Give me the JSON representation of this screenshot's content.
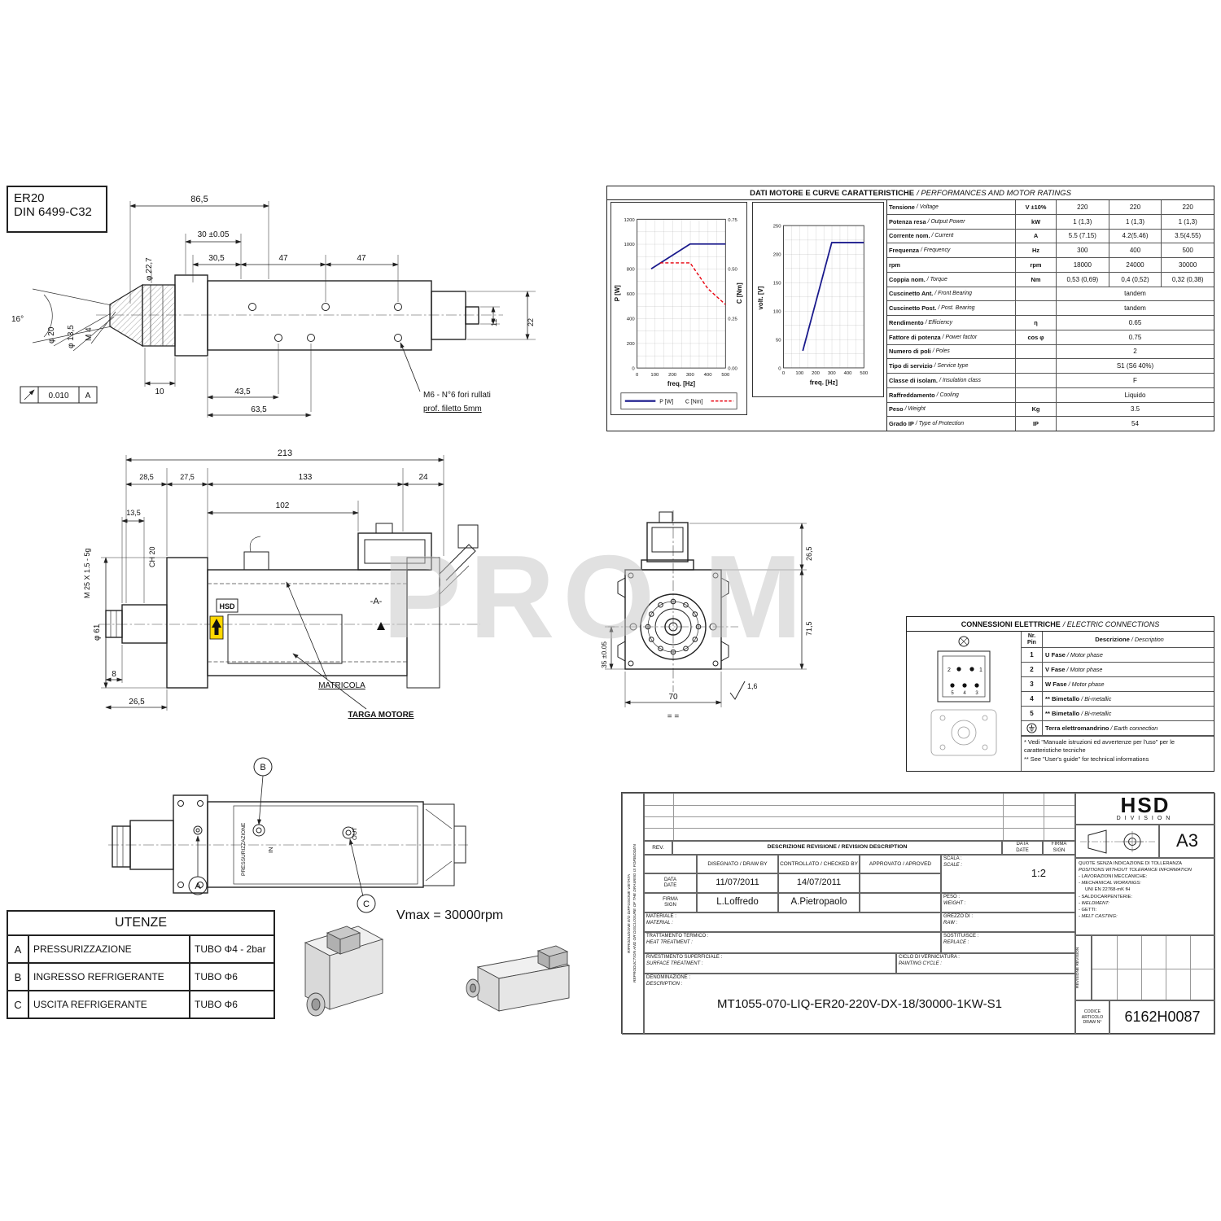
{
  "watermark": "PRO M",
  "tool_box": {
    "line1": "ER20",
    "line2": "DIN 6499-C32"
  },
  "view_side": {
    "dim_total": "86,5",
    "dim_30": "30 ±0.05",
    "dim_305": "30,5",
    "dim_47a": "47",
    "dim_47b": "47",
    "dia_20": "φ 20",
    "dia_135": "φ 13,5",
    "m4": "M 4",
    "dia_227": "φ 22,7",
    "angle": "16°",
    "dim_11": "11",
    "dim_22": "22",
    "dim_10": "10",
    "dim_435": "43,5",
    "dim_635": "63,5",
    "note_line1": "M6 - N°6 fori rullati",
    "note_line2": "prof. filetto 5mm",
    "flatness_value": "0.010",
    "flatness_datum": "A"
  },
  "view_top": {
    "dim_213": "213",
    "dim_285": "28,5",
    "dim_275": "27,5",
    "dim_133": "133",
    "dim_24": "24",
    "dim_102": "102",
    "dim_135": "13,5",
    "thread": "M 25 X 1.5 - 5g",
    "ch20": "CH 20",
    "dia_61": "φ 61",
    "dim_8": "8",
    "dim_265": "26,5",
    "hsd_small": "HSD",
    "datum": "-A-",
    "label_matricola": "MATRICOLA",
    "label_targa": "TARGA MOTORE"
  },
  "view_front": {
    "dim_265": "26,5",
    "dim_715": "71,5",
    "dim_35": "35 ±0.05",
    "dim_70": "70",
    "sym_eq": "= =",
    "roughness": "1,6"
  },
  "view_bottom": {
    "label_press": "PRESSURIZZAZIONE",
    "label_in": "IN",
    "label_out": "OUT",
    "balloon_a": "A",
    "balloon_b": "B",
    "balloon_c": "C"
  },
  "vmax": "Vmax = 30000rpm",
  "ratings": {
    "title_it": "DATI MOTORE E CURVE CARATTERISTICHE",
    "title_en": " / PERFORMANCES AND MOTOR RATINGS",
    "rows": [
      {
        "it": "Tensione",
        "en": " / Voltage",
        "unit": "V ±10%",
        "v1": "220",
        "v2": "220",
        "v3": "220"
      },
      {
        "it": "Potenza resa",
        "en": " / Output Power",
        "unit": "kW",
        "v1": "1 (1,3)",
        "v2": "1 (1,3)",
        "v3": "1 (1,3)"
      },
      {
        "it": "Corrente nom.",
        "en": " / Current",
        "unit": "A",
        "v1": "5.5 (7.15)",
        "v2": "4.2(5.46)",
        "v3": "3.5(4.55)"
      },
      {
        "it": "Frequenza",
        "en": " / Frequency",
        "unit": "Hz",
        "v1": "300",
        "v2": "400",
        "v3": "500"
      },
      {
        "it": "rpm",
        "en": "",
        "unit": "rpm",
        "v1": "18000",
        "v2": "24000",
        "v3": "30000"
      },
      {
        "it": "Coppia nom.",
        "en": " / Torque",
        "unit": "Nm",
        "v1": "0,53 (0,69)",
        "v2": "0,4 (0,52)",
        "v3": "0,32 (0,38)"
      },
      {
        "it": "Cuscinetto Ant.",
        "en": " / Front Bearing",
        "unit": "",
        "span": "tandem"
      },
      {
        "it": "Cuscinetto Post.",
        "en": " / Post. Bearing",
        "unit": "",
        "span": "tandem"
      },
      {
        "it": "Rendimento",
        "en": " / Efficiency",
        "unit": "η",
        "span": "0.65"
      },
      {
        "it": "Fattore di potenza",
        "en": " / Power factor",
        "unit": "cos φ",
        "span": "0.75"
      },
      {
        "it": "Numero di poli",
        "en": " / Poles",
        "unit": "",
        "span": "2"
      },
      {
        "it": "Tipo di servizio",
        "en": " / Service type",
        "unit": "",
        "span": "S1 (S6 40%)"
      },
      {
        "it": "Classe di isolam.",
        "en": " / Insulation class",
        "unit": "",
        "span": "F"
      },
      {
        "it": "Raffreddamento",
        "en": " / Cooling",
        "unit": "",
        "span": "Liquido"
      },
      {
        "it": "Peso",
        "en": " / Weight",
        "unit": "Kg",
        "span": "3.5"
      },
      {
        "it": "Grado IP",
        "en": " / Type of Protection",
        "unit": "IP",
        "span": "54"
      }
    ]
  },
  "connections": {
    "title_it": "CONNESSIONI ELETTRICHE",
    "title_en": " / ELECTRIC CONNECTIONS",
    "col_pin_l1": "Nr.",
    "col_pin_l2": "Pin",
    "col_desc_it": "Descrizione",
    "col_desc_en": " / Description",
    "rows": [
      {
        "pin": "1",
        "it": "U Fase",
        "en": " / Motor phase"
      },
      {
        "pin": "2",
        "it": "V Fase",
        "en": " / Motor phase"
      },
      {
        "pin": "3",
        "it": "W Fase",
        "en": " / Motor phase"
      },
      {
        "pin": "4",
        "it": "** Bimetallo",
        "en": " / Bi-metallic"
      },
      {
        "pin": "5",
        "it": "** Bimetallo",
        "en": " / Bi-metallic"
      },
      {
        "pin": "⏚",
        "it": "Terra elettromandrino",
        "en": " / Earth connection"
      }
    ],
    "pins": {
      "p1": "1",
      "p2": "2",
      "p3": "3",
      "p4": "4",
      "p5": "5"
    },
    "footnote1": "*  Vedi \"Manuale istruzioni ed avvertenze per l'uso\" per le caratteristiche tecniche",
    "footnote2": "** See  \"User's guide\" for technical informations"
  },
  "utenze": {
    "title": "UTENZE",
    "rows": [
      {
        "key": "A",
        "name": "PRESSURIZZAZIONE",
        "value": "TUBO Φ4 - 2bar"
      },
      {
        "key": "B",
        "name": "INGRESSO REFRIGERANTE",
        "value": "TUBO Φ6"
      },
      {
        "key": "C",
        "name": "USCITA REFRIGERANTE",
        "value": "TUBO Φ6"
      }
    ]
  },
  "titleblock": {
    "side_note_it": "RIPRODUZIONE E/O DIFFUSIONE VIETATA",
    "side_note_en": "REPRODUCTION AND OR DISCLOSURE OF THE DRAWING IS FORBIDDEN",
    "rev": "REV.",
    "rev_desc": "DESCRIZIONE REVISIONE / REVISION DESCRIPTION",
    "data_l1": "DATA",
    "data_l2": "DATE",
    "firma_l1": "FIRMA",
    "firma_l2": "SIGN",
    "drawn_label": "DISEGNATO / DRAW BY",
    "checked_label": "CONTROLLATO / CHECKED BY",
    "approved_label": "APPROVATO / APROVED",
    "scala_it": "SCALA :",
    "scala_en": "SCALE :",
    "scala_value": "1:2",
    "peso_it": "PESO :",
    "peso_en": "WEIGHT :",
    "grezzo_it": "GREZZO DI :",
    "grezzo_en": "RAW :",
    "materiale_it": "MATERIALE :",
    "materiale_en": "MATERIAL :",
    "sostituisce_it": "SOSTITUISCE :",
    "sostituisce_en": "REPLACE :",
    "trattamento_it": "TRATTAMENTO TERMICO :",
    "trattamento_en": "HEAT TREATMENT :",
    "rivestimento_it": "RIVESTIMENTO SUPERFICIALE :",
    "rivestimento_en": "SURFACE TREATMENT :",
    "ciclo_it": "CICLO DI VERNICIATURA :",
    "ciclo_en": "PAINTING CYCLE :",
    "denominazione_it": "DENOMINAZIONE :",
    "denominazione_en": "DESCRIPTION :",
    "drawn_date": "11/07/2011",
    "checked_date": "14/07/2011",
    "drawn_by": "L.Loffredo",
    "checked_by": "A.Pietropaolo",
    "description": "MT1055-070-LIQ-ER20-220V-DX-18/30000-1KW-S1",
    "logo_hsd": "HSD",
    "logo_division": "DIVISION",
    "format": "A3",
    "tol_1": "QUOTE SENZA INDICAZIONE DI TOLLERANZA",
    "tol_2": "POSITIONS WITHOUT TOLERANCE INFORMATION",
    "tol_3": "- LAVORAZIONI MECCANICHE:",
    "tol_4": "- MECHANICAL WORKINGS:",
    "tol_5": "UNI EN 22768-mK fH",
    "tol_6": "- SALDOCARPENTERIE:",
    "tol_7": "- WELDMENT:",
    "tol_8": "- GETTI:",
    "tol_9": "- MELT CASTING:",
    "revisione_label": "REVISIONE REVISION",
    "codice_l1": "CODICE",
    "codice_l2": "ARTICOLO",
    "codice_l3": "DRAW N°",
    "drawing_number": "6162H0087"
  },
  "chart_data": [
    {
      "type": "line",
      "title": "Power and torque vs frequency",
      "xlabel": "freq. [Hz]",
      "ylabel": "P [W]",
      "y2label": "C [Nm]",
      "xlim": [
        0,
        500
      ],
      "ylim": [
        0,
        1200
      ],
      "y2lim": [
        0,
        0.75
      ],
      "x_ticks": [
        "0",
        "100",
        "200",
        "300",
        "400",
        "500"
      ],
      "y_ticks": [
        "0",
        "200",
        "400",
        "600",
        "800",
        "1000",
        "1200"
      ],
      "y2_ticks": [
        "0.00",
        "0.25",
        "0.50",
        "0.75"
      ],
      "grid": true,
      "legend_position": "bottom",
      "legend_labels": [
        "P [W]",
        "C [Nm]"
      ],
      "series": [
        {
          "name": "P [W]",
          "axis": "left",
          "color": "#1a1a8c",
          "style": "solid",
          "x": [
            80,
            300,
            500
          ],
          "y": [
            800,
            1000,
            1000
          ]
        },
        {
          "name": "C [Nm]",
          "axis": "right",
          "color": "#e8000d",
          "style": "dashed",
          "x": [
            130,
            300,
            400,
            500
          ],
          "y": [
            0.53,
            0.53,
            0.4,
            0.32
          ]
        }
      ]
    },
    {
      "type": "line",
      "title": "Voltage vs frequency",
      "xlabel": "freq. [Hz]",
      "ylabel": "volt. [V]",
      "xlim": [
        0,
        500
      ],
      "ylim": [
        0,
        250
      ],
      "x_ticks": [
        "0",
        "100",
        "200",
        "300",
        "400",
        "500"
      ],
      "y_ticks": [
        "0",
        "50",
        "100",
        "150",
        "200",
        "250"
      ],
      "grid": true,
      "series": [
        {
          "name": "volt. [V]",
          "axis": "left",
          "color": "#1a1a8c",
          "style": "solid",
          "x": [
            120,
            300,
            500
          ],
          "y": [
            30,
            220,
            220
          ]
        }
      ]
    }
  ]
}
